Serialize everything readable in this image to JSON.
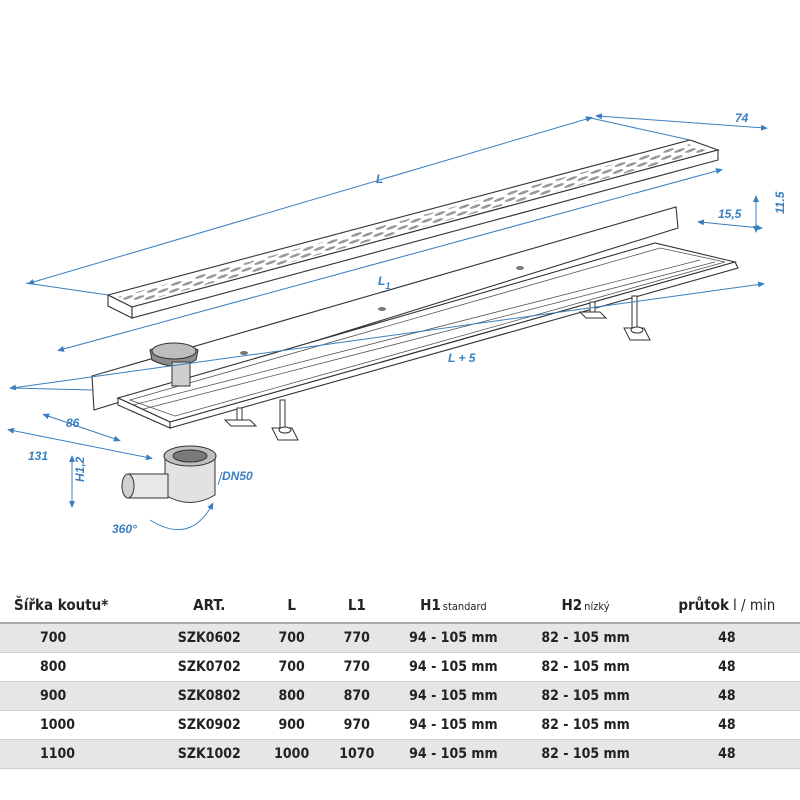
{
  "drawing": {
    "labels": {
      "L": "L",
      "L1_main": "L",
      "L1_sub": "1",
      "L_plus_5": "L + 5",
      "w74": "74",
      "w15_5": "15,5",
      "h11_5": "11.5",
      "w86": "86",
      "w131": "131",
      "h1_main": "H1,2",
      "dn50": "DN50",
      "rot360": "360°"
    }
  },
  "table": {
    "headers": [
      {
        "main": "Šířka koutu*",
        "sub": "",
        "unit": ""
      },
      {
        "main": "ART.",
        "sub": "",
        "unit": ""
      },
      {
        "main": "L",
        "sub": "",
        "unit": ""
      },
      {
        "main": "L1",
        "sub": "",
        "unit": ""
      },
      {
        "main": "H1",
        "sub": "standard",
        "unit": ""
      },
      {
        "main": "H2",
        "sub": "nízký",
        "unit": ""
      },
      {
        "main": "průtok",
        "sub": "",
        "unit": "l / min"
      }
    ],
    "rows": [
      [
        "700",
        "SZK0602",
        "700",
        "770",
        "94 - 105 mm",
        "82 - 105 mm",
        "48"
      ],
      [
        "800",
        "SZK0702",
        "700",
        "770",
        "94 - 105 mm",
        "82 - 105 mm",
        "48"
      ],
      [
        "900",
        "SZK0802",
        "800",
        "870",
        "94 - 105 mm",
        "82 - 105 mm",
        "48"
      ],
      [
        "1000",
        "SZK0902",
        "900",
        "970",
        "94 - 105 mm",
        "82 - 105 mm",
        "48"
      ],
      [
        "1100",
        "SZK1002",
        "1000",
        "1070",
        "94 - 105 mm",
        "82 - 105 mm",
        "48"
      ]
    ]
  }
}
